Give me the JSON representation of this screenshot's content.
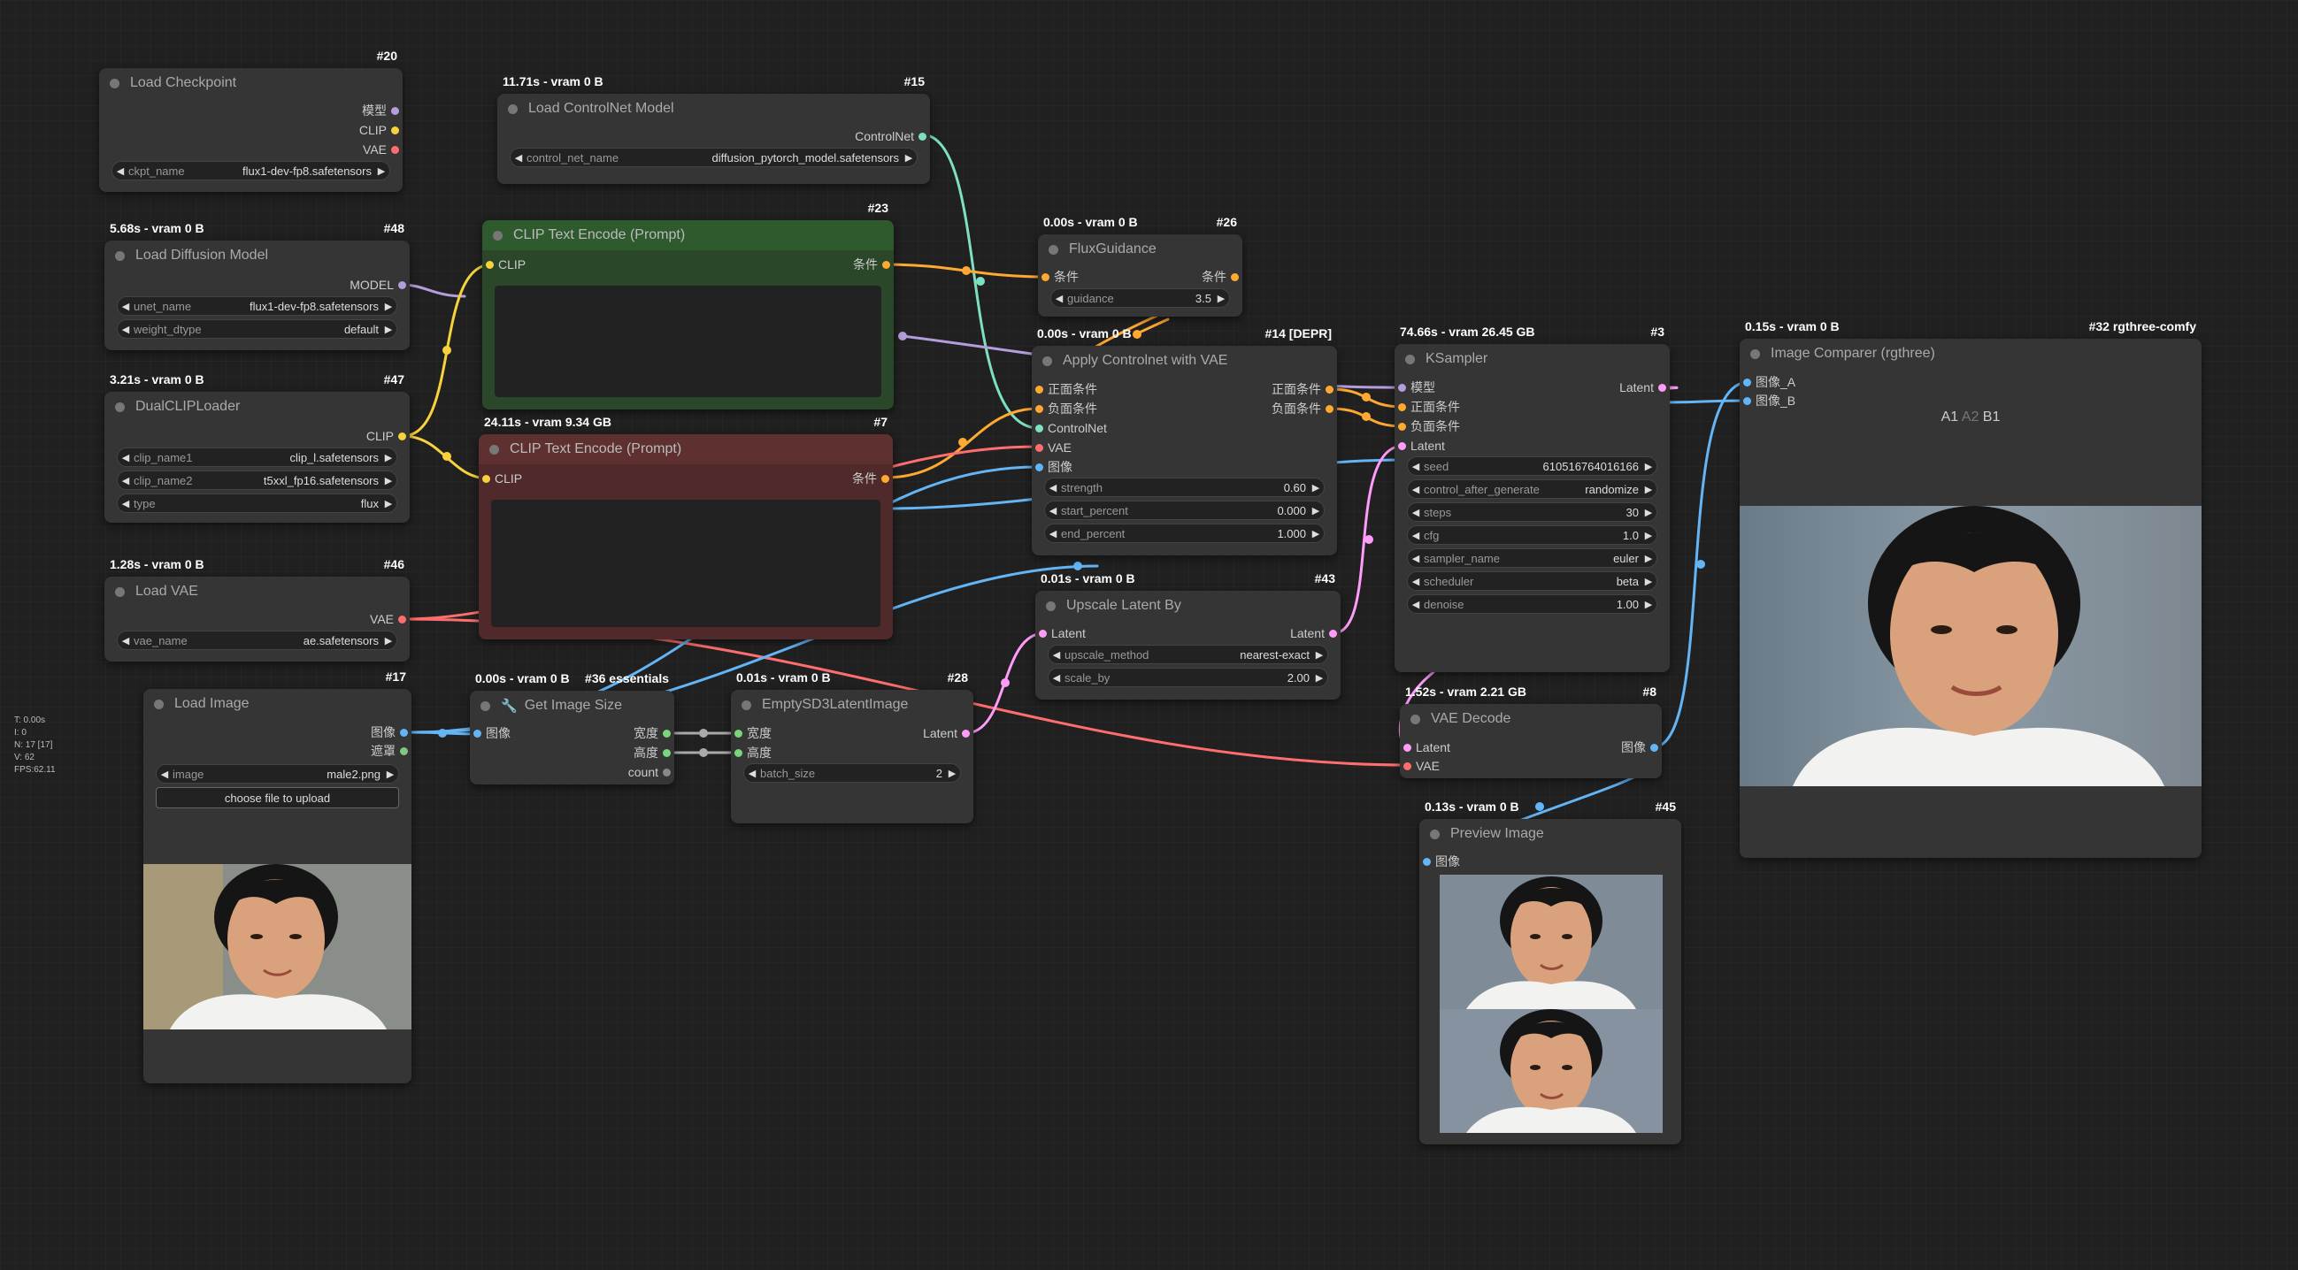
{
  "stats": [
    "T: 0.00s",
    "I: 0",
    "N: 17 [17]",
    "V: 62",
    "FPS:62.11"
  ],
  "colors": {
    "clip": "#f8d23c",
    "model": "#b39ddb",
    "vae": "#ff6e6e",
    "conditioning": "#ffa931",
    "latent": "#ff9cf9",
    "image": "#64b5f6",
    "controlnet": "#7ee0c3",
    "int": "#7ad67a",
    "mask": "#81c784"
  },
  "nodes": {
    "load_checkpoint": {
      "title": "Load Checkpoint",
      "id": "#20",
      "outputs": [
        "模型",
        "CLIP",
        "VAE"
      ],
      "ckpt_label": "ckpt_name",
      "ckpt_value": "flux1-dev-fp8.safetensors"
    },
    "load_controlnet": {
      "title": "Load ControlNet Model",
      "id": "#15",
      "timing": "11.71s - vram 0 B",
      "output": "ControlNet",
      "cn_label": "control_net_name",
      "cn_value": "diffusion_pytorch_model.safetensors"
    },
    "load_diffusion": {
      "title": "Load Diffusion Model",
      "id": "#48",
      "timing": "5.68s - vram 0 B",
      "output": "MODEL",
      "unet_label": "unet_name",
      "unet_value": "flux1-dev-fp8.safetensors",
      "dtype_label": "weight_dtype",
      "dtype_value": "default"
    },
    "clip_encode_pos": {
      "title": "CLIP Text Encode (Prompt)",
      "id": "#23",
      "input": "CLIP",
      "output": "条件"
    },
    "clip_encode_neg": {
      "title": "CLIP Text Encode (Prompt)",
      "id": "#7",
      "timing": "24.11s - vram 9.34 GB",
      "input": "CLIP",
      "output": "条件"
    },
    "dual_clip": {
      "title": "DualCLIPLoader",
      "id": "#47",
      "timing": "3.21s - vram 0 B",
      "output": "CLIP",
      "c1_label": "clip_name1",
      "c1_value": "clip_l.safetensors",
      "c2_label": "clip_name2",
      "c2_value": "t5xxl_fp16.safetensors",
      "type_label": "type",
      "type_value": "flux"
    },
    "load_vae": {
      "title": "Load VAE",
      "id": "#46",
      "timing": "1.28s - vram 0 B",
      "output": "VAE",
      "vae_label": "vae_name",
      "vae_value": "ae.safetensors"
    },
    "flux_guidance": {
      "title": "FluxGuidance",
      "id": "#26",
      "timing": "0.00s - vram 0 B",
      "input": "条件",
      "output": "条件",
      "guidance_label": "guidance",
      "guidance_value": "3.5"
    },
    "apply_controlnet": {
      "title": "Apply Controlnet with VAE",
      "id": "#14 [DEPR]",
      "timing": "0.00s - vram 0 B",
      "in_pos": "正面条件",
      "in_neg": "负面条件",
      "in_cn": "ControlNet",
      "in_vae": "VAE",
      "in_img": "图像",
      "out_pos": "正面条件",
      "out_neg": "负面条件",
      "strength_label": "strength",
      "strength_value": "0.60",
      "start_label": "start_percent",
      "start_value": "0.000",
      "end_label": "end_percent",
      "end_value": "1.000"
    },
    "ksampler": {
      "title": "KSampler",
      "id": "#3",
      "timing": "74.66s - vram 26.45 GB",
      "in_model": "模型",
      "in_pos": "正面条件",
      "in_neg": "负面条件",
      "in_latent": "Latent",
      "output": "Latent",
      "seed_label": "seed",
      "seed_value": "610516764016166",
      "cag_label": "control_after_generate",
      "cag_value": "randomize",
      "steps_label": "steps",
      "steps_value": "30",
      "cfg_label": "cfg",
      "cfg_value": "1.0",
      "sampler_label": "sampler_name",
      "sampler_value": "euler",
      "scheduler_label": "scheduler",
      "scheduler_value": "beta",
      "denoise_label": "denoise",
      "denoise_value": "1.00"
    },
    "image_comparer": {
      "title": "Image Comparer (rgthree)",
      "id": "#32 rgthree-comfy",
      "timing": "0.15s - vram 0 B",
      "in_a": "图像_A",
      "in_b": "图像_B",
      "a1": "A1",
      "a2": "A2",
      "b1": "B1"
    },
    "upscale_latent": {
      "title": "Upscale Latent By",
      "id": "#43",
      "timing": "0.01s - vram 0 B",
      "input": "Latent",
      "output": "Latent",
      "method_label": "upscale_method",
      "method_value": "nearest-exact",
      "scale_label": "scale_by",
      "scale_value": "2.00"
    },
    "load_image": {
      "title": "Load Image",
      "id": "#17",
      "out_image": "图像",
      "out_mask": "遮罩",
      "image_label": "image",
      "image_value": "male2.png",
      "upload_label": "choose file to upload"
    },
    "get_image_size": {
      "title": "Get Image Size",
      "id": "#36 essentials",
      "timing": "0.00s - vram 0 B",
      "input": "图像",
      "out_w": "宽度",
      "out_h": "高度",
      "out_count": "count"
    },
    "empty_latent": {
      "title": "EmptySD3LatentImage",
      "id": "#28",
      "timing": "0.01s - vram 0 B",
      "in_w": "宽度",
      "in_h": "高度",
      "output": "Latent",
      "batch_label": "batch_size",
      "batch_value": "2"
    },
    "vae_decode": {
      "title": "VAE Decode",
      "id": "#8",
      "timing": "1.52s - vram 2.21 GB",
      "in_latent": "Latent",
      "in_vae": "VAE",
      "output": "图像"
    },
    "preview_image": {
      "title": "Preview Image",
      "id": "#45",
      "timing": "0.13s - vram 0 B",
      "input": "图像"
    }
  }
}
